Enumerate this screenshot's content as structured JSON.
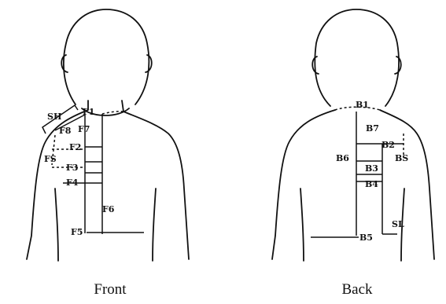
{
  "front": {
    "caption": "Front",
    "labels": {
      "SH": "SH",
      "F1": "F1",
      "F2": "F2",
      "F3": "F3",
      "F4": "F4",
      "F5": "F5",
      "F6": "F6",
      "F7": "F7",
      "F8": "F8",
      "FS": "FS"
    }
  },
  "back": {
    "caption": "Back",
    "labels": {
      "B1": "B1",
      "B2": "B2",
      "B3": "B3",
      "B4": "B4",
      "B5": "B5",
      "B6": "B6",
      "B7": "B7",
      "BS": "BS",
      "SL": "SL"
    }
  }
}
